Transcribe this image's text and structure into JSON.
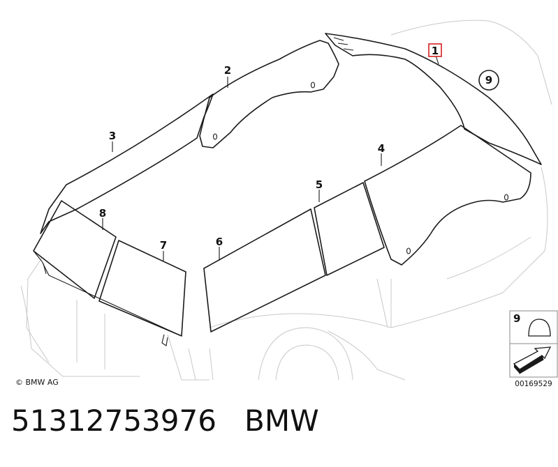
{
  "callouts": {
    "c1": "1",
    "c2": "2",
    "c3": "3",
    "c4": "4",
    "c5": "5",
    "c6": "6",
    "c7": "7",
    "c8": "8",
    "c9": "9"
  },
  "legend": {
    "item_number": "9",
    "reference": "00169529"
  },
  "copyright": "© BMW AG",
  "caption": {
    "part_number": "51312753976",
    "brand": "BMW"
  },
  "colors": {
    "highlight": "#d42020",
    "line": "#1a1a1a",
    "ghost": "#c8c8c8"
  }
}
